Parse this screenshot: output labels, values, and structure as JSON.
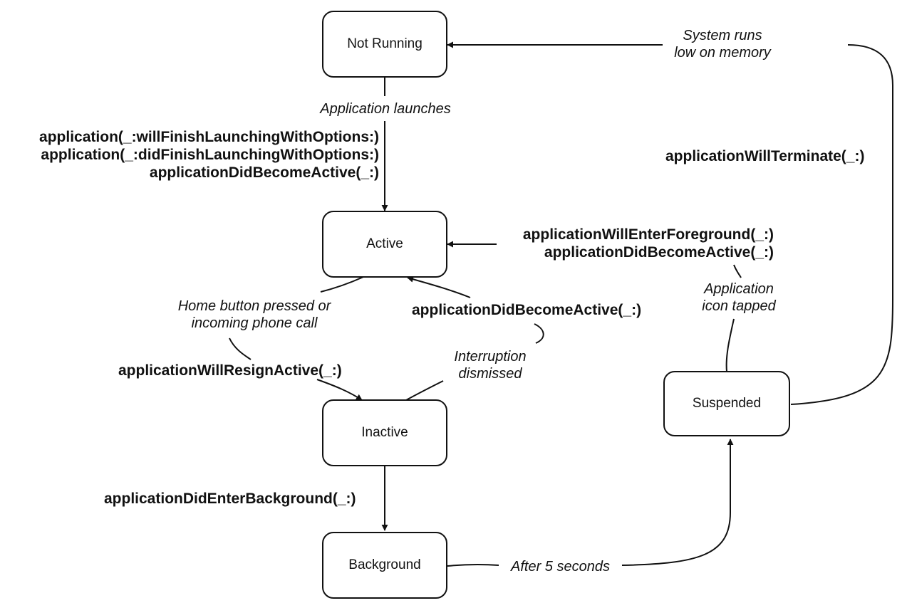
{
  "states": {
    "not_running": "Not Running",
    "active": "Active",
    "inactive": "Inactive",
    "background": "Background",
    "suspended": "Suspended"
  },
  "events": {
    "app_launches": "Application launches",
    "low_memory": [
      "System runs",
      "low on memory"
    ],
    "icon_tapped": [
      "Application",
      "icon tapped"
    ],
    "home_pressed": [
      "Home button pressed or",
      "incoming phone call"
    ],
    "interruption": [
      "Interruption",
      "dismissed"
    ],
    "after_5s": "After 5 seconds"
  },
  "callbacks": {
    "launch": [
      "application(_:willFinishLaunchingWithOptions:)",
      "application(_:didFinishLaunchingWithOptions:)",
      "applicationDidBecomeActive(_:)"
    ],
    "terminate": "applicationWillTerminate(_:)",
    "foreground": [
      "applicationWillEnterForeground(_:)",
      "applicationDidBecomeActive(_:)"
    ],
    "become_active": "applicationDidBecomeActive(_:)",
    "resign_active": "applicationWillResignActive(_:)",
    "enter_background": "applicationDidEnterBackground(_:)"
  }
}
